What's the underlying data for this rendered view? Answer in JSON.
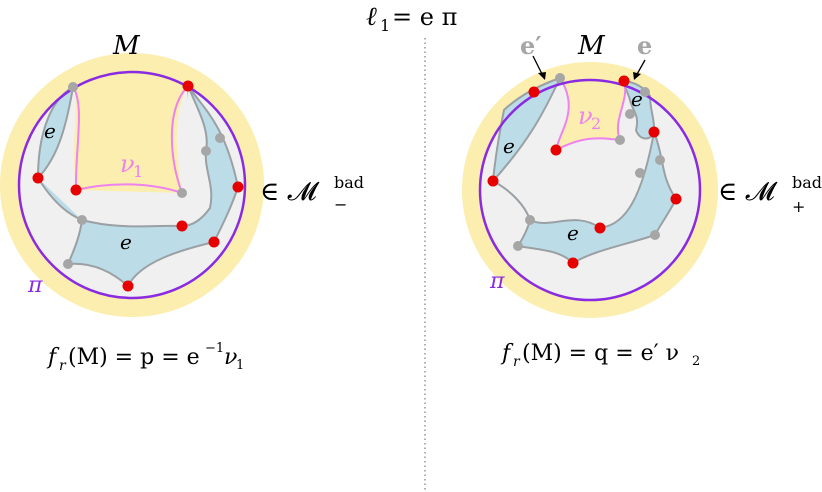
{
  "header": {
    "title_lhs": "ℓ",
    "title_sub": "1",
    "title_rhs": " = e π"
  },
  "colors": {
    "disk_outer": "#fbeeaf",
    "disk_inner": "#f0f0f0",
    "circle_pi": "#8a2be2",
    "face_fill": "#bcdde8",
    "face_stroke": "#9aa0a4",
    "nu_stroke": "#ee82ee",
    "red_node": "#e60000",
    "gray_node": "#a6a6a6",
    "divider": "#7a7a7a"
  },
  "left_panel": {
    "M_label": "M",
    "e_top": "e",
    "e_bottom": "e",
    "nu_label": "ν",
    "nu_sub": "1",
    "pi_label": "π",
    "membership": "∈ 𝓜",
    "membership_sup": "bad",
    "membership_sub": "−",
    "formula": "f",
    "formula_sub": "r",
    "formula_rest": "(M) = p = e",
    "formula_sup": "−1",
    "formula_tail": "ν",
    "formula_tail_sub": "1"
  },
  "right_panel": {
    "M_label": "M",
    "e_prime_label": "e′",
    "e_bold_label": "e",
    "e_left": "e",
    "e_right": "e",
    "e_bottom": "e",
    "nu_label": "ν",
    "nu_sub": "2",
    "pi_label": "π",
    "membership": "∈ 𝓜",
    "membership_sup": "bad",
    "membership_sub": "+",
    "formula": "f",
    "formula_sub": "r",
    "formula_rest": "(M) = q = e′ ν",
    "formula_sub2": "2"
  }
}
